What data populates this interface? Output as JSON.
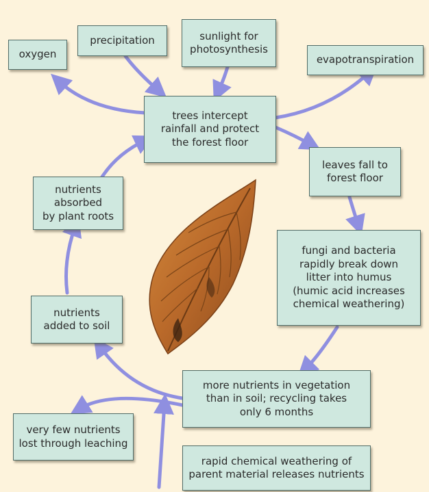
{
  "diagram": {
    "nodes": {
      "oxygen": "oxygen",
      "precipitation": "precipitation",
      "sunlight": "sunlight for\nphotosynthesis",
      "evapotranspiration": "evapotranspiration",
      "trees": "trees intercept\nrainfall and protect\nthe forest floor",
      "leaves_fall": "leaves fall to\nforest floor",
      "fungi": "fungi and bacteria\nrapidly break down\nlitter into humus\n(humic acid increases\nchemical weathering)",
      "more_nutrients": "more nutrients in vegetation\nthan in soil; recycling takes\nonly 6 months",
      "absorbed": "nutrients\nabsorbed\nby plant roots",
      "added": "nutrients\nadded to soil",
      "leaching": "very few nutrients\nlost through leaching",
      "weathering": "rapid chemical weathering of\nparent material releases nutrients"
    },
    "colors": {
      "box_fill": "#cfe8df",
      "box_border": "#4f6b66",
      "arrow": "#8f8fe0",
      "background": "#fdf3dc"
    },
    "icons": [
      "leaf-image",
      "arrow"
    ]
  }
}
